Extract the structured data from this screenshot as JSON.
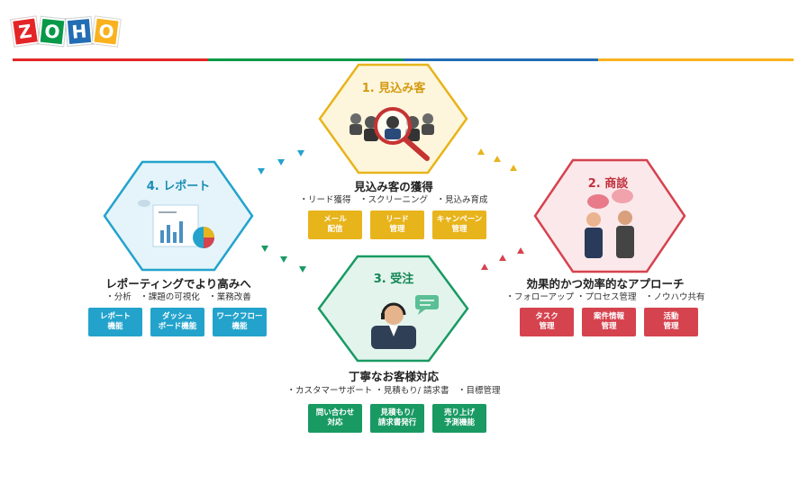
{
  "logo": {
    "letters": [
      "Z",
      "O",
      "H",
      "O"
    ],
    "colors": [
      "#e42527",
      "#089949",
      "#226db4",
      "#f9b21d"
    ]
  },
  "divider_colors": [
    "#e42527",
    "#089949",
    "#226db4",
    "#f9b21d"
  ],
  "stages": [
    {
      "title": "1. 見込み客",
      "heading": "見込み客の獲得",
      "points": "・リード獲得　・スクリーニング　・見込み育成",
      "buttons": [
        "メール\n配信",
        "リード\n管理",
        "キャンペーン\n管理"
      ],
      "color": "#e8b41c",
      "fill": "#fdf6dc",
      "icon": "magnifier-people-icon"
    },
    {
      "title": "2. 商談",
      "heading": "効果的かつ効率的なアプローチ",
      "points": "・フォローアップ ・プロセス管理　・ノウハウ共有",
      "buttons": [
        "タスク\n管理",
        "案件情報\n管理",
        "活動\n管理"
      ],
      "color": "#d5434f",
      "fill": "#fbe8ea",
      "icon": "handshake-people-icon"
    },
    {
      "title": "3. 受注",
      "heading": "丁寧なお客様対応",
      "points": "・カスタマーサポート ・見積もり/ 請求書　・目標管理",
      "buttons": [
        "問い合わせ\n対応",
        "見積もり/\n請求書発行",
        "売り上げ\n予測機能"
      ],
      "color": "#199a63",
      "fill": "#e3f4ec",
      "icon": "headset-operator-icon"
    },
    {
      "title": "4. レポート",
      "heading": "レポーティングでより高みへ",
      "points": "・分析　・課題の可視化　・業務改善",
      "buttons": [
        "レポート\n機能",
        "ダッシュ\nボード機能",
        "ワークフロー\n機能"
      ],
      "color": "#23a3cc",
      "fill": "#e4f4fa",
      "icon": "report-chart-icon"
    }
  ]
}
